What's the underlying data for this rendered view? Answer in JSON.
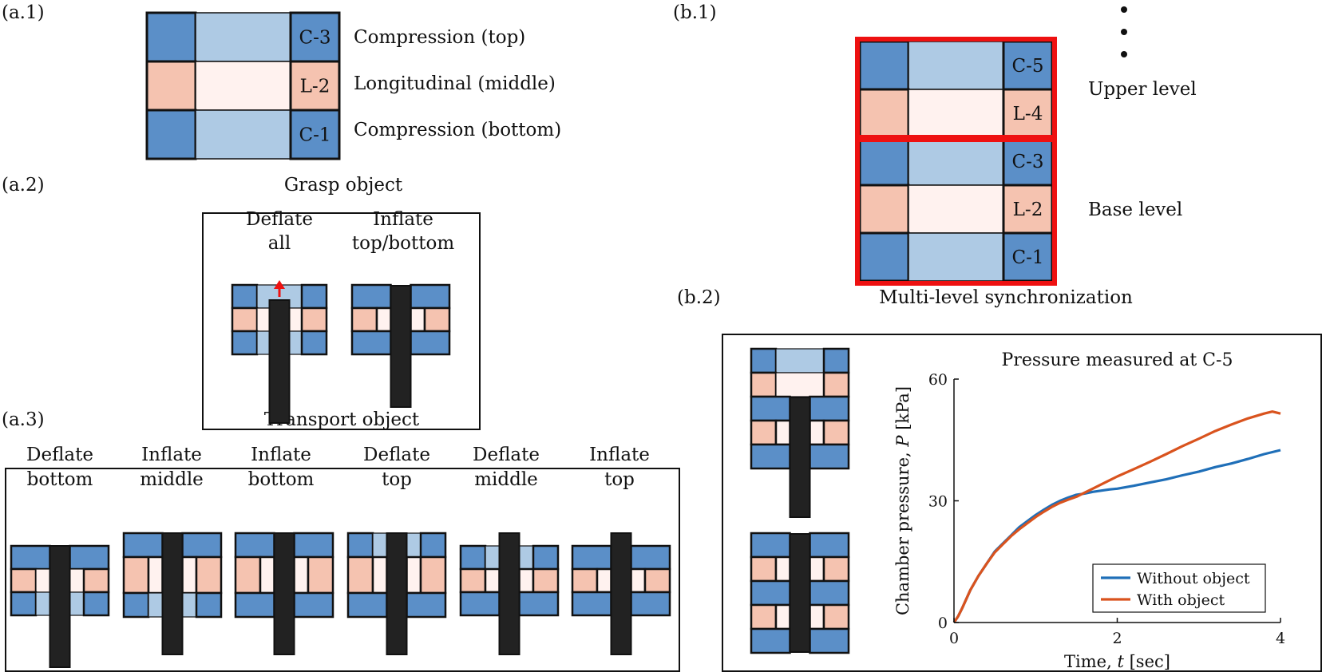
{
  "colors": {
    "compression_dark": "#5b8fc8",
    "compression_light": "#aecae4",
    "longitudinal_dark": "#f5c3b0",
    "longitudinal_light": "#fff2ef",
    "object": "#222222",
    "highlight": "#ee1111",
    "series_without": "#1f6fb8",
    "series_with": "#d9531e"
  },
  "panel_a1": {
    "label": "(a.1)",
    "rows": [
      {
        "tag": "C-3",
        "desc": "Compression (top)"
      },
      {
        "tag": "L-2",
        "desc": "Longitudinal (middle)"
      },
      {
        "tag": "C-1",
        "desc": "Compression (bottom)"
      }
    ]
  },
  "panel_a2": {
    "label": "(a.2)",
    "title": "Grasp object",
    "steps": [
      {
        "line1": "Deflate",
        "line2": "all"
      },
      {
        "line1": "Inflate",
        "line2": "top/bottom"
      }
    ]
  },
  "panel_a3": {
    "label": "(a.3)",
    "title": "Transport object",
    "steps": [
      {
        "line1": "Deflate",
        "line2": "bottom"
      },
      {
        "line1": "Inflate",
        "line2": "middle"
      },
      {
        "line1": "Inflate",
        "line2": "bottom"
      },
      {
        "line1": "Deflate",
        "line2": "top"
      },
      {
        "line1": "Deflate",
        "line2": "middle"
      },
      {
        "line1": "Inflate",
        "line2": "top"
      }
    ]
  },
  "panel_b1": {
    "label": "(b.1)",
    "tags": [
      "C-5",
      "L-4",
      "C-3",
      "L-2",
      "C-1"
    ],
    "upper_label": "Upper level",
    "base_label": "Base level"
  },
  "panel_b2": {
    "label": "(b.2)",
    "title": "Multi-level synchronization"
  },
  "chart_data": {
    "type": "line",
    "title": "Pressure measured at C-5",
    "xlabel_text": "Time, ",
    "xlabel_var": "t",
    "xlabel_unit": " [sec]",
    "ylabel_text": "Chamber pressure, ",
    "ylabel_var": "P",
    "ylabel_unit": " [kPa]",
    "xlim": [
      0,
      4
    ],
    "ylim": [
      0,
      60
    ],
    "xticks": [
      0,
      2,
      4
    ],
    "yticks": [
      0,
      30,
      60
    ],
    "grid": false,
    "legend_position": "bottom-right",
    "series": [
      {
        "name": "Without object",
        "x": [
          0,
          0.05,
          0.1,
          0.2,
          0.3,
          0.4,
          0.5,
          0.6,
          0.7,
          0.8,
          0.9,
          1.0,
          1.1,
          1.2,
          1.3,
          1.4,
          1.5,
          1.6,
          1.7,
          1.8,
          1.9,
          2.0,
          2.2,
          2.4,
          2.6,
          2.8,
          3.0,
          3.2,
          3.4,
          3.6,
          3.8,
          4.0
        ],
        "y": [
          0,
          1.5,
          3.5,
          8,
          11.5,
          14.5,
          17.5,
          19.5,
          21.5,
          23.5,
          25,
          26.5,
          27.8,
          29,
          30,
          30.8,
          31.5,
          31.8,
          32.2,
          32.5,
          32.8,
          33,
          33.7,
          34.5,
          35.3,
          36.3,
          37.2,
          38.3,
          39.2,
          40.3,
          41.5,
          42.5
        ]
      },
      {
        "name": "With object",
        "x": [
          0,
          0.05,
          0.1,
          0.2,
          0.3,
          0.4,
          0.5,
          0.6,
          0.7,
          0.8,
          0.9,
          1.0,
          1.1,
          1.2,
          1.3,
          1.4,
          1.5,
          1.6,
          1.7,
          1.8,
          1.9,
          2.0,
          2.2,
          2.4,
          2.6,
          2.8,
          3.0,
          3.2,
          3.4,
          3.6,
          3.8,
          3.9,
          4.0
        ],
        "y": [
          0,
          1.5,
          3.5,
          8,
          11.5,
          14.5,
          17.3,
          19.3,
          21.3,
          23,
          24.5,
          26,
          27.3,
          28.5,
          29.5,
          30.3,
          31,
          32,
          33,
          34,
          35,
          36,
          37.8,
          39.6,
          41.5,
          43.5,
          45.3,
          47.2,
          48.8,
          50.3,
          51.5,
          52,
          51.5
        ]
      }
    ]
  }
}
